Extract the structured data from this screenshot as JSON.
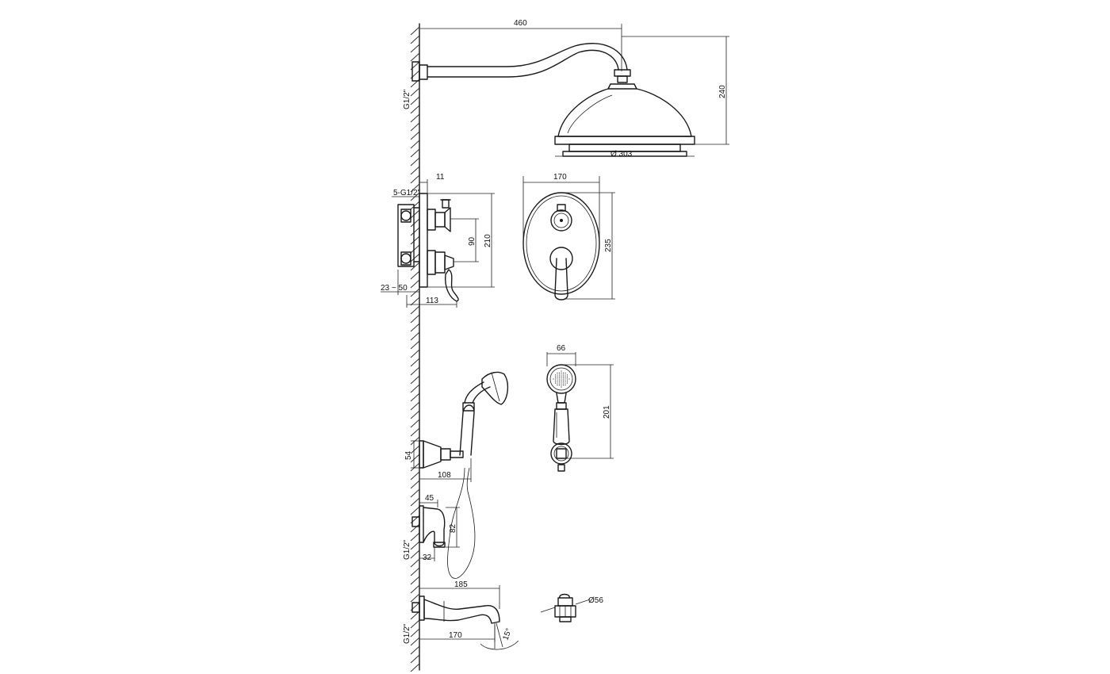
{
  "dimensions": {
    "arm_length": "460",
    "head_height": "240",
    "head_diameter": "Ø 303",
    "wall_thread_top": "G1/2\"",
    "plate_offset": "11",
    "mixer_ports": "5-G1/2\"",
    "handle_spacing": "90",
    "mixer_height": "210",
    "embed_depth": "23 ~ 50",
    "mixer_depth": "113",
    "plate_width": "170",
    "plate_height": "235",
    "hand_width": "66",
    "hand_length": "201",
    "holder_height": "54",
    "holder_depth": "108",
    "outlet_width": "45",
    "outlet_height": "82",
    "outlet_size": "32",
    "wall_thread_mid": "G1/2\"",
    "spout_length": "185",
    "spout_reach": "170",
    "spout_angle": "15°",
    "wall_thread_bottom": "G1/2\"",
    "flange_diameter": "Ø56"
  }
}
